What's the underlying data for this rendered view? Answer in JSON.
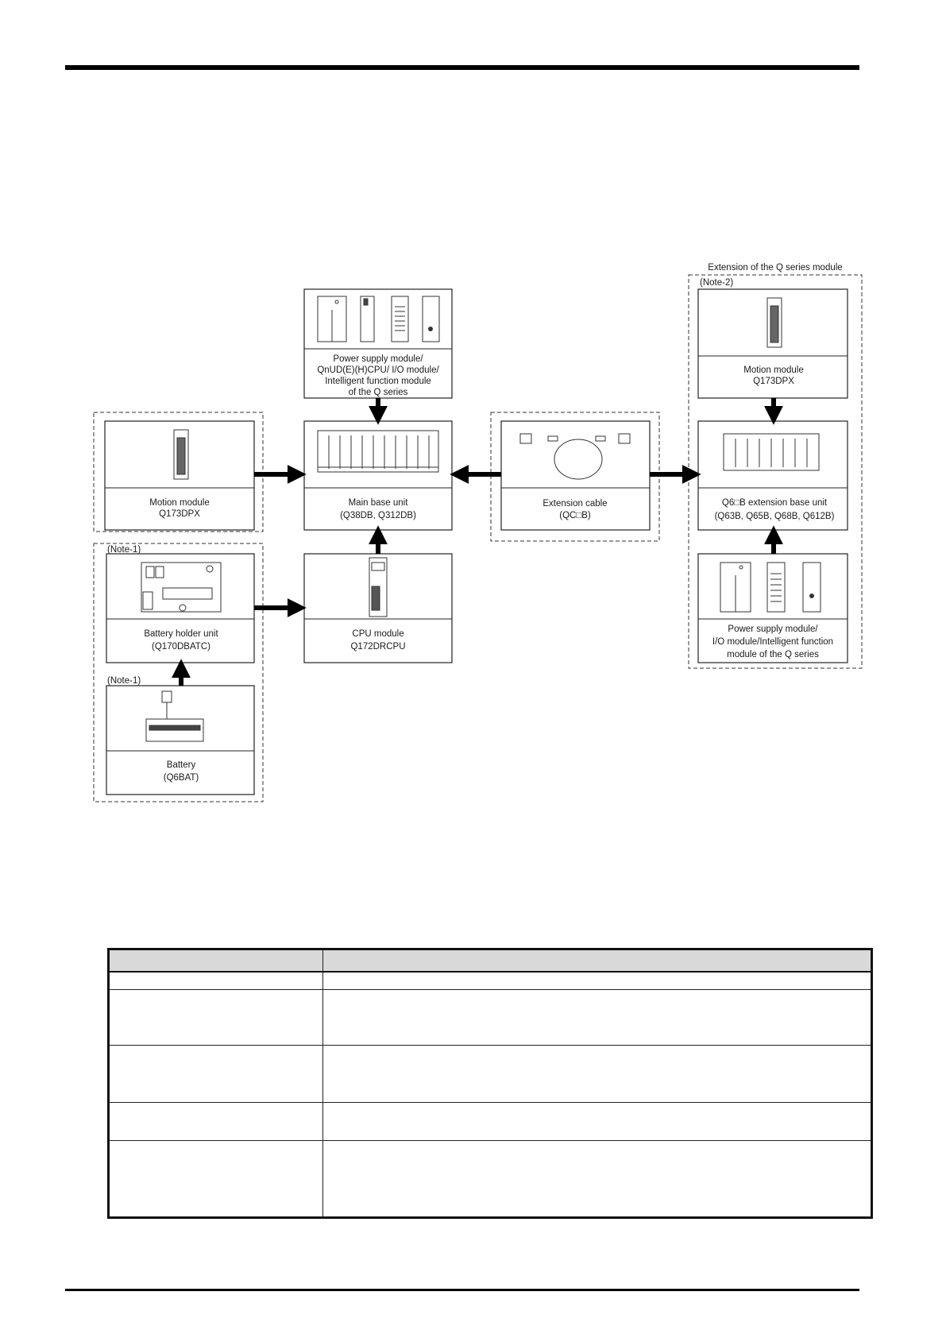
{
  "diagram": {
    "group_label": "Extension of the Q series module",
    "notes": {
      "note_2": "(Note-2)",
      "note_1a": "(Note-1)",
      "note_1b": "(Note-1)"
    },
    "nodes": {
      "power_top": [
        "Power supply module/",
        "QnUD(E)(H)CPU/ I/O module/",
        "Intelligent function module",
        "of the Q series"
      ],
      "motion_left": [
        "Motion module",
        "Q173DPX"
      ],
      "main_base": [
        "Main base unit",
        "(Q38DB, Q312DB)"
      ],
      "ext_cable": [
        "Extension cable",
        "(QC□B)"
      ],
      "motion_right": [
        "Motion module",
        "Q173DPX"
      ],
      "ext_base": [
        "Q6□B  extension base unit",
        "(Q63B, Q65B, Q68B, Q612B)"
      ],
      "battery_holder": [
        "Battery holder unit",
        "(Q170DBATC)"
      ],
      "cpu": [
        "CPU module",
        "Q172DRCPU"
      ],
      "power_right": [
        "Power supply module/",
        "I/O module/Intelligent function",
        "module of the Q series"
      ],
      "battery": [
        "Battery",
        "(Q6BAT)"
      ]
    }
  },
  "table": {
    "header": [
      "",
      ""
    ],
    "rows": [
      [
        "",
        ""
      ],
      [
        "",
        ""
      ],
      [
        "",
        ""
      ],
      [
        "",
        ""
      ],
      [
        "",
        ""
      ]
    ]
  }
}
